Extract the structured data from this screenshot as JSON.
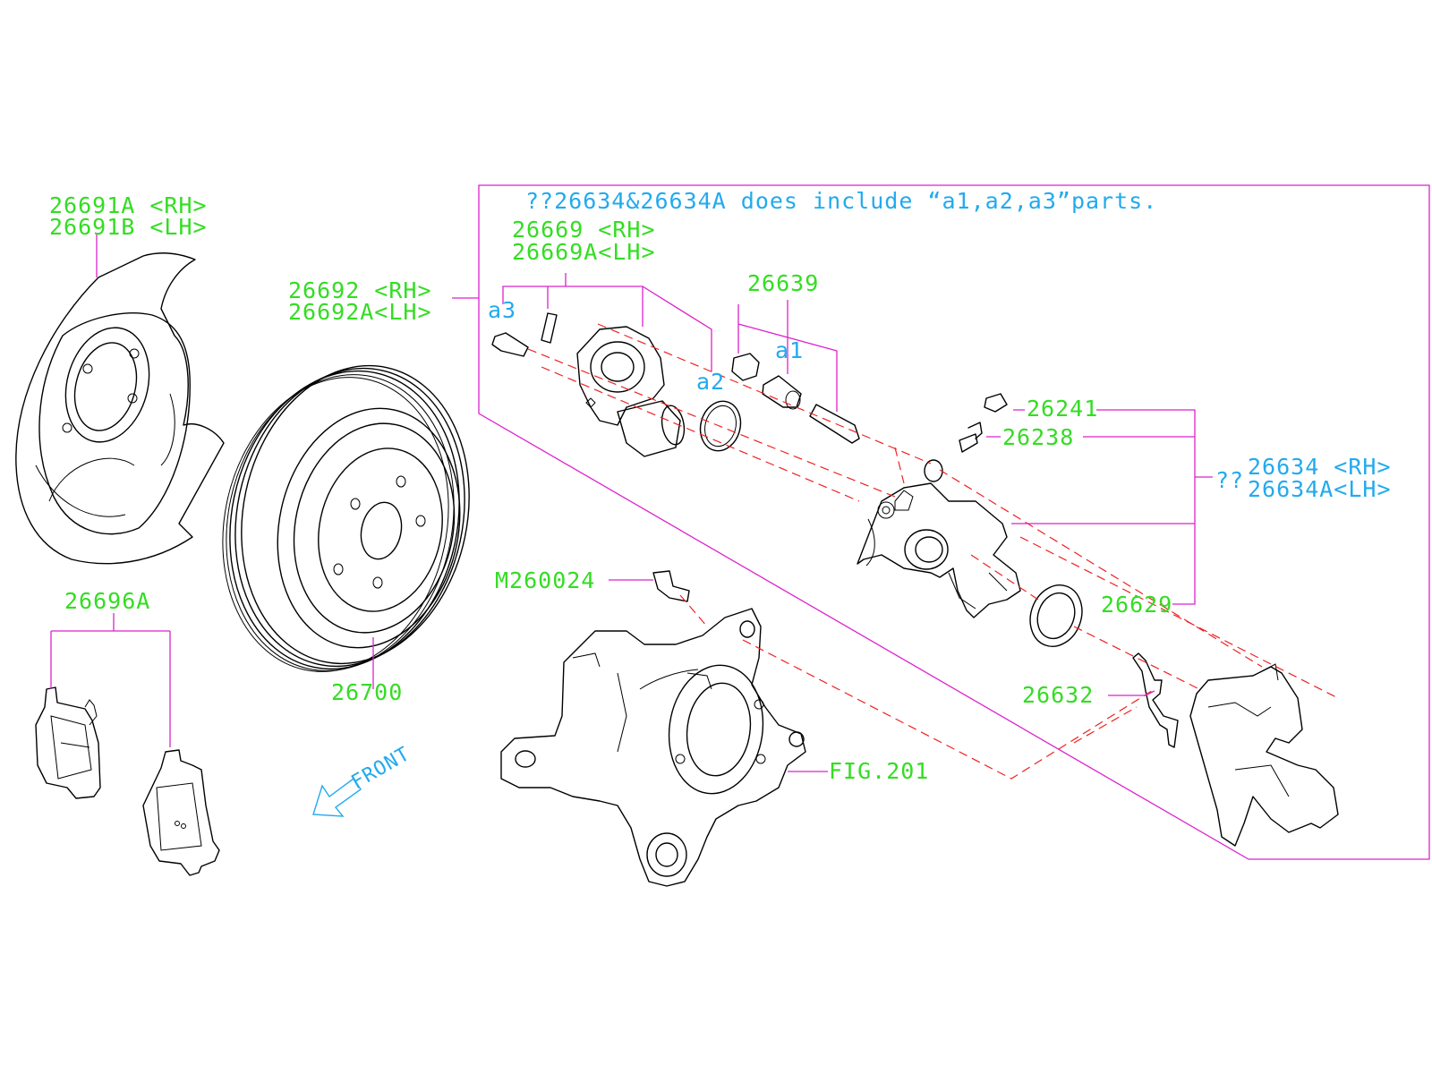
{
  "colors": {
    "label_green": "#33dd22",
    "label_cyan": "#22aaee",
    "leader_magenta": "#dd22cc",
    "dashed_red": "#ee2222",
    "part_outline": "#000000"
  },
  "note": "??26634&26634A does include “a1,a2,a3”parts.",
  "labels": {
    "p26691a": "26691A <RH>",
    "p26691b": "26691B <LH>",
    "p26692": "26692 <RH>",
    "p26692a": "26692A<LH>",
    "p26669": "26669 <RH>",
    "p26669a": "26669A<LH>",
    "p26639": "26639",
    "a1": "a1",
    "a2": "a2",
    "a3": "a3",
    "p26241": "26241",
    "p26238": "26238",
    "p26634": "26634 <RH>",
    "p26634a": "26634A<LH>",
    "qq": "??",
    "p26629": "26629",
    "p26632": "26632",
    "m260024": "M260024",
    "fig201": "FIG.201",
    "p26696a": "26696A",
    "p26700": "26700",
    "front": "FRONT"
  },
  "icons": {
    "front_arrow": "front-arrow-icon"
  }
}
